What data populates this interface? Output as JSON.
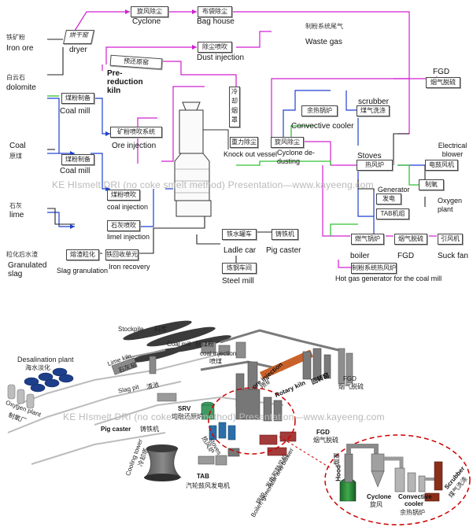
{
  "flowsheet": {
    "inputs": {
      "iron_ore_cn": "铁矿粉",
      "iron_ore": "Iron ore",
      "dolomite_cn": "白云石",
      "dolomite": "dolomite",
      "coal_cn": "原煤",
      "coal": "Coal",
      "lime_cn": "石灰",
      "lime": "lime"
    },
    "units": {
      "dryer_cn": "烘干窑",
      "dryer": "dryer",
      "cyclone_cn": "旋风除尘",
      "cyclone": "Cyclone",
      "baghouse_cn": "布袋除尘",
      "baghouse": "Bag house",
      "waste_gas_cn": "制粉系统尾气",
      "waste_gas": "Waste gas",
      "dust_injection_cn": "除尘喷吹",
      "dust_injection": "Dust injection",
      "prereduction_cn": "预还原窑",
      "prereduction": "Pre-reduction kiln",
      "fgd_top": "FGD",
      "fgd_top_cn": "烟气脱硫",
      "coal_mill1_cn": "煤粉制备",
      "coal_mill1": "Coal mill",
      "ore_injection_cn": "矿粉喷吹系统",
      "ore_injection": "Ore injection",
      "scrubber": "scrubber",
      "scrubber_cn": "煤气洗涤",
      "convective_cooler_cn": "余热锅炉",
      "convective_cooler": "Convective cooler",
      "knockout_cn": "重力除尘",
      "knockout": "Knock out vessel",
      "cyclone_dedusting_cn": "旋风除尘",
      "cyclone_dedusting": "Cyclone de-dusting",
      "quench_cn": "冷却烟罩",
      "coal_mill2_cn": "煤粉制备",
      "coal_mill2": "Coal mill",
      "electrical_blower": "Electrical blower",
      "electrical_blower_cn": "电鼓风机",
      "stoves": "Stoves",
      "stoves_cn": "热风炉",
      "generator": "Generator",
      "generator_cn": "发电",
      "tab_cn": "TAB机组",
      "oxygen_plant_cn": "制氧",
      "oxygen_plant": "Oxygen plant",
      "coal_injection_cn": "煤粉喷吹",
      "coal_injection": "coal injection",
      "lime_injection_cn": "石灰喷吹",
      "lime_injection": "limel injection",
      "ladle_car_cn": "铁水罐车",
      "ladle_car": "Ladle car",
      "pig_caster_cn": "铸铁机",
      "pig_caster": "Pig caster",
      "steel_mill_cn": "炼钢车间",
      "steel_mill": "Steel mill",
      "boiler_cn": "燃气锅炉",
      "boiler": "boiler",
      "fgd_mid_cn": "烟气脱硫",
      "fgd_mid": "FGD",
      "suck_fan_cn": "引风机",
      "suck_fan": "Suck fan",
      "hot_gas_generator_cn": "制粉系统热风炉",
      "hot_gas_generator": "Hot gas generator for the coal mill",
      "granulated_slag_cn": "粒化后水渣",
      "granulated_slag": "Granulated slag",
      "slag_granulation_cn": "熔渣粒化",
      "slag_granulation": "Slag granulation",
      "iron_recovery_cn": "铁回收单元",
      "iron_recovery": "Iron recovery"
    },
    "watermark": "KE HIsmelt DRI (no coke smelt method) Presentation—www.kayeeng.com"
  },
  "plant_view": {
    "labels": {
      "stockpile": "Stockpile",
      "stockpile_cn": "料库",
      "coal_mill": "Coal mill",
      "coal_mill_cn": "制煤粉",
      "coal_injection": "coal injection",
      "coal_injection_cn": "喷煤",
      "desalination": "Desalination plant",
      "desalination_cn": "海水淡化",
      "lime_kiln": "Lime kiln",
      "lime_kiln_cn": "石灰窑",
      "ore_injection": "ore injection",
      "ore_injection_cn": "喷矿",
      "rotary_kiln": "Rotary kiln",
      "rotary_kiln_cn": "回转窑",
      "fgd": "FGD",
      "fgd_cn": "烟气脱硫",
      "oxygen_plant": "Oxygen plant",
      "oxygen_plant_cn": "制氧厂",
      "slag_pit": "Slag pit",
      "slag_pit_cn": "渣池",
      "srv": "SRV",
      "srv_cn": "熔融还原炉",
      "pig_caster": "Pig caster",
      "pig_caster_cn": "铸铁机",
      "stoves": "stoves",
      "stoves_cn": "热风炉",
      "cooling_tower": "Cooling tower",
      "cooling_tower_cn": "冷却塔",
      "fgd2": "FGD",
      "fgd2_cn": "烟气脱硫",
      "tab": "TAB",
      "tab_cn": "汽轮鼓风发电机",
      "boiler_gen": "Boiler, generator and blower",
      "boiler_gen_cn": "锅炉、发电和鼓风机",
      "hood": "Hood",
      "hood_cn": "烟罩",
      "cyclone": "Cyclone",
      "cyclone_cn": "旋风",
      "convective_cooler": "Convective cooler",
      "convective_cooler_cn": "余热锅炉",
      "scrubber": "Scrubber",
      "scrubber_cn": "煤气洗涤"
    },
    "watermark": "KE HIsmelt DRI (no coke smelt method) Presentation—www.kayeeng.com"
  },
  "colors": {
    "magenta": "#d020d0",
    "blue": "#1f3fd0",
    "green": "#35c035",
    "black": "#222222",
    "red": "#cc0000"
  }
}
